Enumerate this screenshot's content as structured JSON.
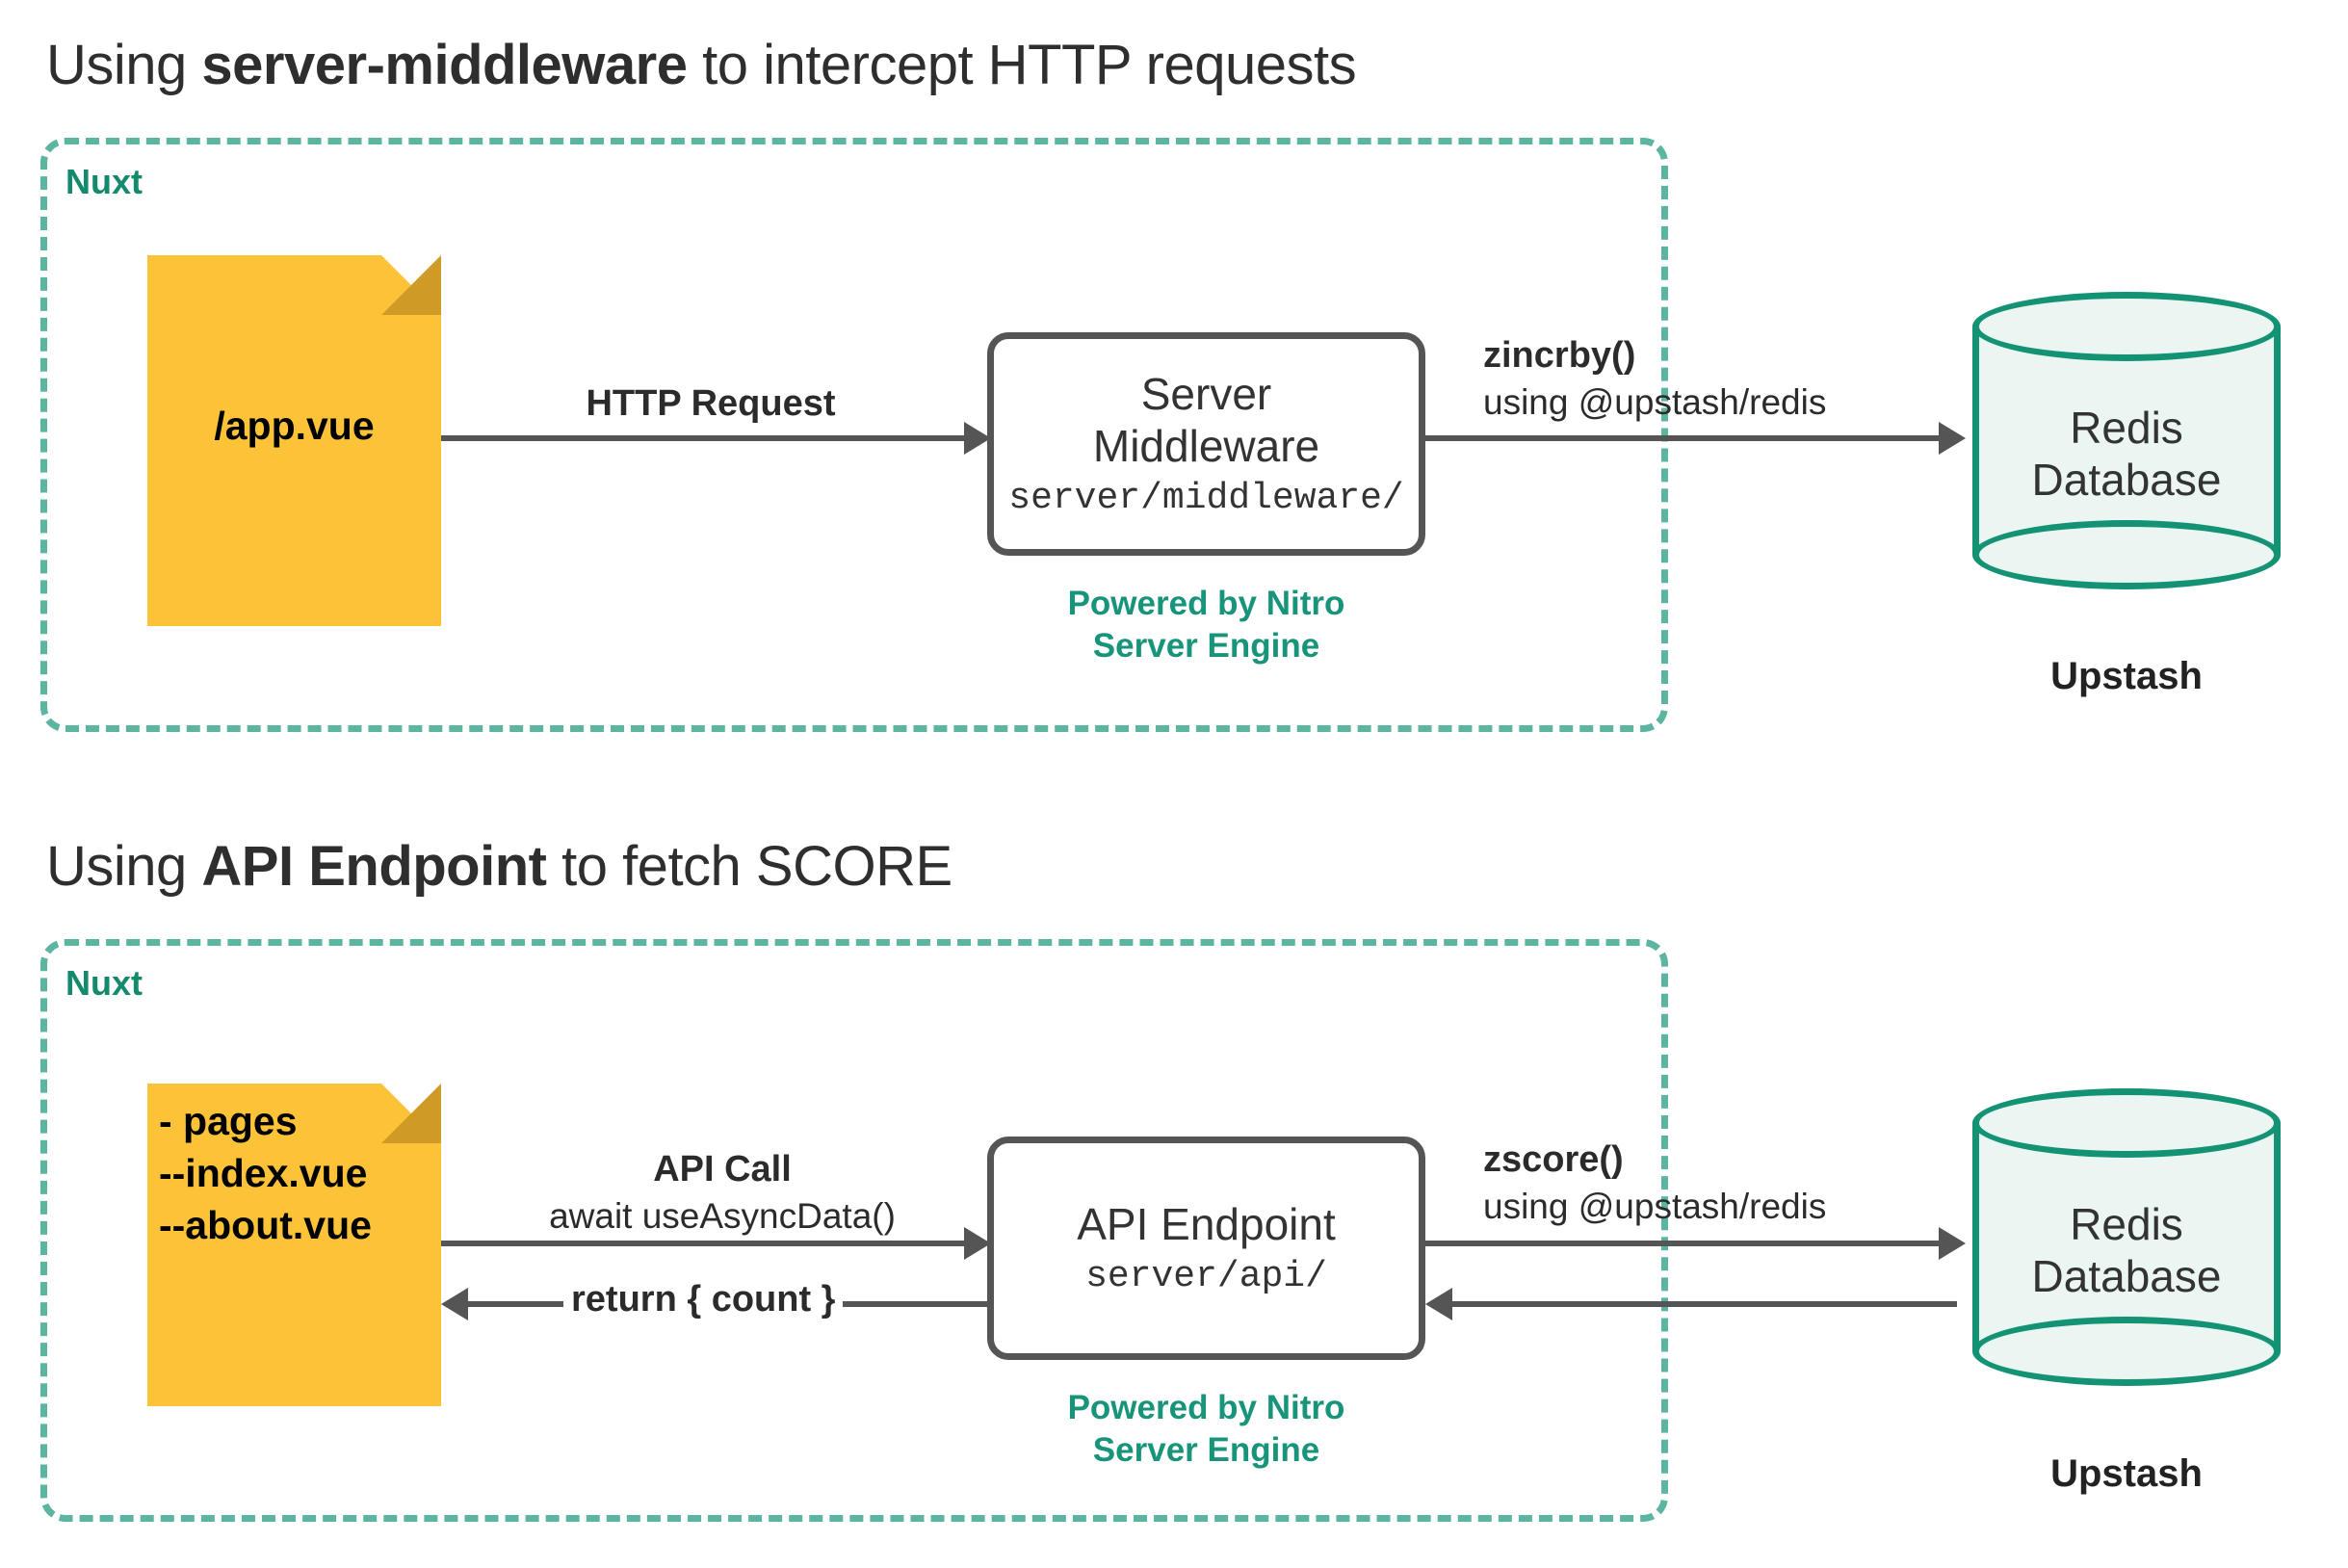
{
  "colors": {
    "accent_teal": "#17947a",
    "dashed_border": "#5cb5a0",
    "file_yellow": "#fcc339",
    "file_fold_shadow": "#cf9a26",
    "cylinder_stroke": "#139274",
    "cylinder_fill": "#ebf6f3",
    "connector_gray": "#555555",
    "text_dark": "#2e2e2e"
  },
  "sections": [
    {
      "id": "middleware",
      "title_prefix": "Using ",
      "title_bold": "server-middleware",
      "title_suffix": " to intercept HTTP requests",
      "container_label": "Nuxt",
      "file_node": {
        "lines": [
          "/app.vue"
        ],
        "align": "center"
      },
      "edge_1": {
        "strong": "HTTP Request",
        "plain": ""
      },
      "process": {
        "title_line_1": "Server",
        "title_line_2": "Middleware",
        "subtitle": "server/middleware/"
      },
      "nitro_caption_line_1": "Powered by Nitro",
      "nitro_caption_line_2": "Server Engine",
      "edge_2": {
        "strong": "zincrby()",
        "plain": "using @upstash/redis"
      },
      "database": {
        "line_1": "Redis",
        "line_2": "Database",
        "caption": "Upstash"
      }
    },
    {
      "id": "api-endpoint",
      "title_prefix": "Using ",
      "title_bold": "API Endpoint",
      "title_suffix": " to fetch SCORE",
      "container_label": "Nuxt",
      "file_node": {
        "lines": [
          "- pages",
          "--index.vue",
          "--about.vue"
        ],
        "align": "left"
      },
      "edge_1": {
        "strong": "API Call",
        "plain": "await useAsyncData()"
      },
      "return_label": "return { count }",
      "process": {
        "title_line_1": "API Endpoint",
        "title_line_2": "",
        "subtitle": "server/api/"
      },
      "nitro_caption_line_1": "Powered by Nitro",
      "nitro_caption_line_2": "Server Engine",
      "edge_2": {
        "strong": "zscore()",
        "plain": "using @upstash/redis"
      },
      "database": {
        "line_1": "Redis",
        "line_2": "Database",
        "caption": "Upstash"
      }
    }
  ]
}
